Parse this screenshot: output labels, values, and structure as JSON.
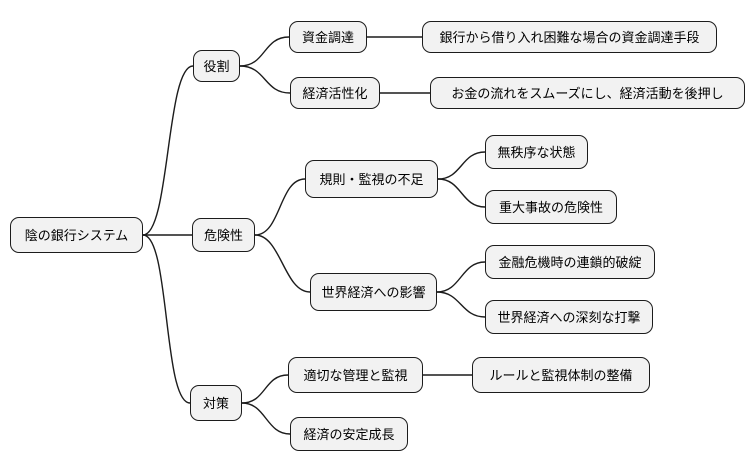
{
  "style": {
    "background": "#ffffff",
    "node_fill": "#f2f2f2",
    "node_border": "#1c1c1c",
    "edge_color": "#1c1c1c",
    "text_color": "#000000"
  },
  "mindmap": {
    "root": {
      "label": "陰の銀行システム"
    },
    "branches": [
      {
        "label": "役割",
        "children": [
          {
            "label": "資金調達",
            "children": [
              {
                "label": "銀行から借り入れ困難な場合の資金調達手段"
              }
            ]
          },
          {
            "label": "経済活性化",
            "children": [
              {
                "label": "お金の流れをスムーズにし、経済活動を後押し"
              }
            ]
          }
        ]
      },
      {
        "label": "危険性",
        "children": [
          {
            "label": "規則・監視の不足",
            "children": [
              {
                "label": "無秩序な状態"
              },
              {
                "label": "重大事故の危険性"
              }
            ]
          },
          {
            "label": "世界経済への影響",
            "children": [
              {
                "label": "金融危機時の連鎖的破綻"
              },
              {
                "label": "世界経済への深刻な打撃"
              }
            ]
          }
        ]
      },
      {
        "label": "対策",
        "children": [
          {
            "label": "適切な管理と監視",
            "children": [
              {
                "label": "ルールと監視体制の整備"
              }
            ]
          },
          {
            "label": "経済の安定成長"
          }
        ]
      }
    ]
  }
}
